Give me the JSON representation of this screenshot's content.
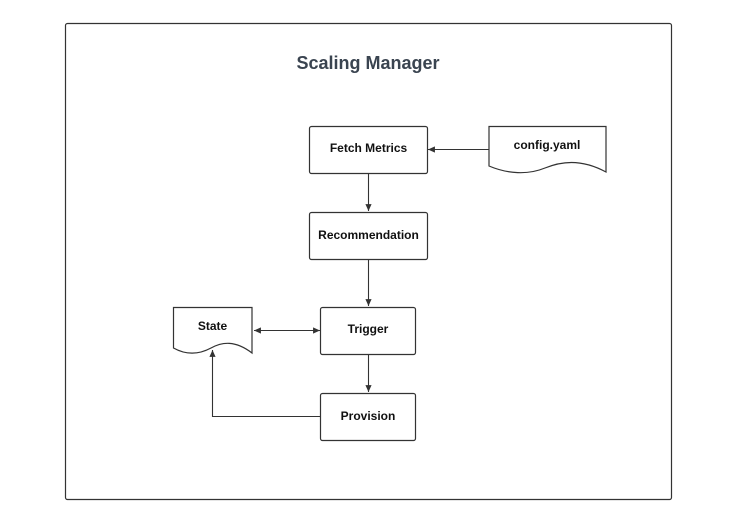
{
  "diagram": {
    "title": "Scaling Manager",
    "nodes": {
      "fetch_metrics": "Fetch Metrics",
      "config_yaml": "config.yaml",
      "recommendation": "Recommendation",
      "trigger": "Trigger",
      "state": "State",
      "provision": "Provision"
    }
  },
  "colors": {
    "stroke": "#333333",
    "title": "#3a4450",
    "text": "#111111",
    "background": "#ffffff"
  }
}
